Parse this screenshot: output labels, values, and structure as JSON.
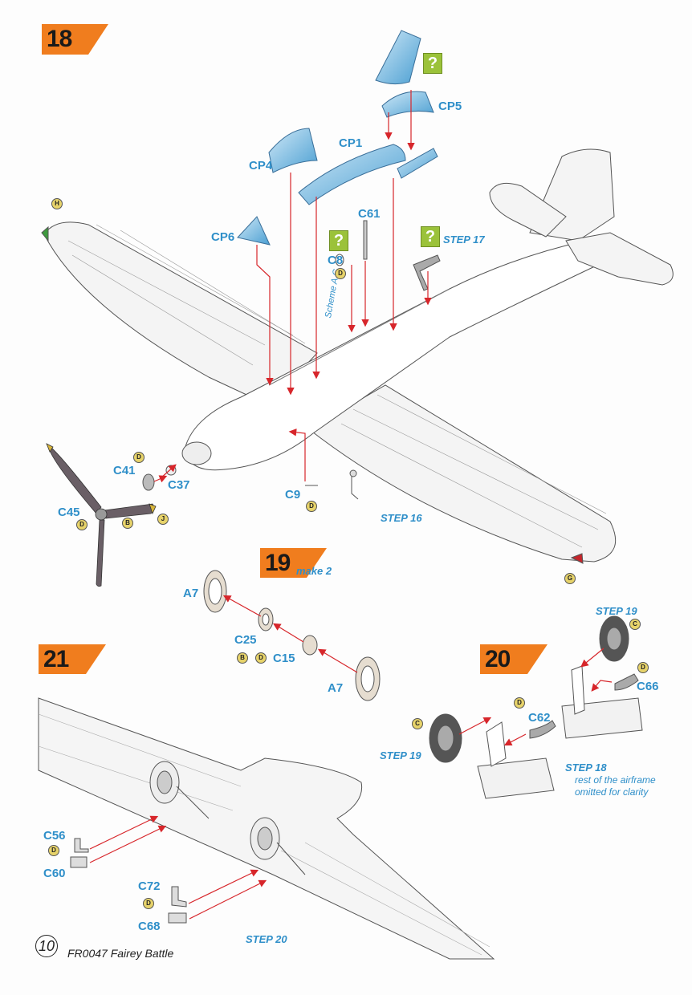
{
  "page": {
    "number": "10",
    "title": "FR0047 Fairey Battle",
    "background": "#fdfdfd"
  },
  "colors": {
    "step_tab": "#f07d1e",
    "label_blue": "#2f8fc9",
    "arrow_red": "#d7262b",
    "question_green": "#9bc23a",
    "badge_yellow": "#e7d36a",
    "canopy_blue": "#5aa9d8",
    "line": "#555555"
  },
  "steps": {
    "s18": "18",
    "s19": "19",
    "s19_note": "make 2",
    "s20": "20",
    "s21": "21"
  },
  "question_mark": "?",
  "parts": {
    "cp1": "CP1",
    "cp4": "CP4",
    "cp5": "CP5",
    "cp6": "CP6",
    "c61": "C61",
    "c8": "C8",
    "c41": "C41",
    "c37": "C37",
    "c45": "C45",
    "c9": "C9",
    "a7_top": "A7",
    "c25": "C25",
    "c15": "C15",
    "a7_bottom": "A7",
    "c66": "C66",
    "c62": "C62",
    "c56": "C56",
    "c60": "C60",
    "c72": "C72",
    "c68": "C68"
  },
  "scheme_note": "Scheme A,C",
  "step_refs": {
    "step17": "STEP 17",
    "step16": "STEP 16",
    "step19_right": "STEP 19",
    "step19_left": "STEP 19",
    "step18": "STEP 18",
    "step20": "STEP 20"
  },
  "notes": {
    "omitted_line1": "rest of the airframe",
    "omitted_line2": "omitted for clarity"
  },
  "badges": {
    "h": "H",
    "d": "D",
    "b": "B",
    "j": "J",
    "g": "G",
    "c": "C"
  },
  "icons": {
    "question": "question-mark-icon",
    "paint": "paint-drop-icon"
  }
}
